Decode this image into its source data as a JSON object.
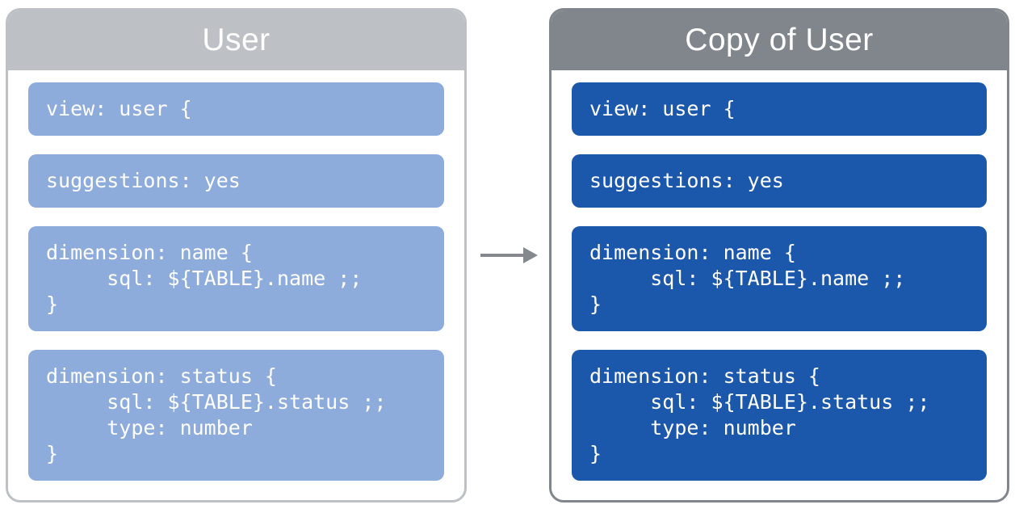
{
  "panels": [
    {
      "title": "User",
      "header_color": "#bdc1c6",
      "border_color": "#bdc1c6",
      "block_color": "#8dabdb",
      "text_color": "#ffffff",
      "blocks": [
        {
          "name": "view-declaration",
          "text": "view: user {"
        },
        {
          "name": "suggestions-parameter",
          "text": "suggestions: yes"
        },
        {
          "name": "dimension-name",
          "text": "dimension: name {\n     sql: ${TABLE}.name ;;\n}"
        },
        {
          "name": "dimension-status",
          "text": "dimension: status {\n     sql: ${TABLE}.status ;;\n     type: number\n}"
        }
      ]
    },
    {
      "title": "Copy of User",
      "header_color": "#80868b",
      "border_color": "#80868b",
      "block_color": "#1b57ab",
      "text_color": "#ffffff",
      "blocks": [
        {
          "name": "view-declaration",
          "text": "view: user {"
        },
        {
          "name": "suggestions-parameter",
          "text": "suggestions: yes"
        },
        {
          "name": "dimension-name",
          "text": "dimension: name {\n     sql: ${TABLE}.name ;;\n}"
        },
        {
          "name": "dimension-status",
          "text": "dimension: status {\n     sql: ${TABLE}.status ;;\n     type: number\n}"
        }
      ]
    }
  ],
  "arrow": {
    "direction": "right",
    "color": "#85898d"
  }
}
